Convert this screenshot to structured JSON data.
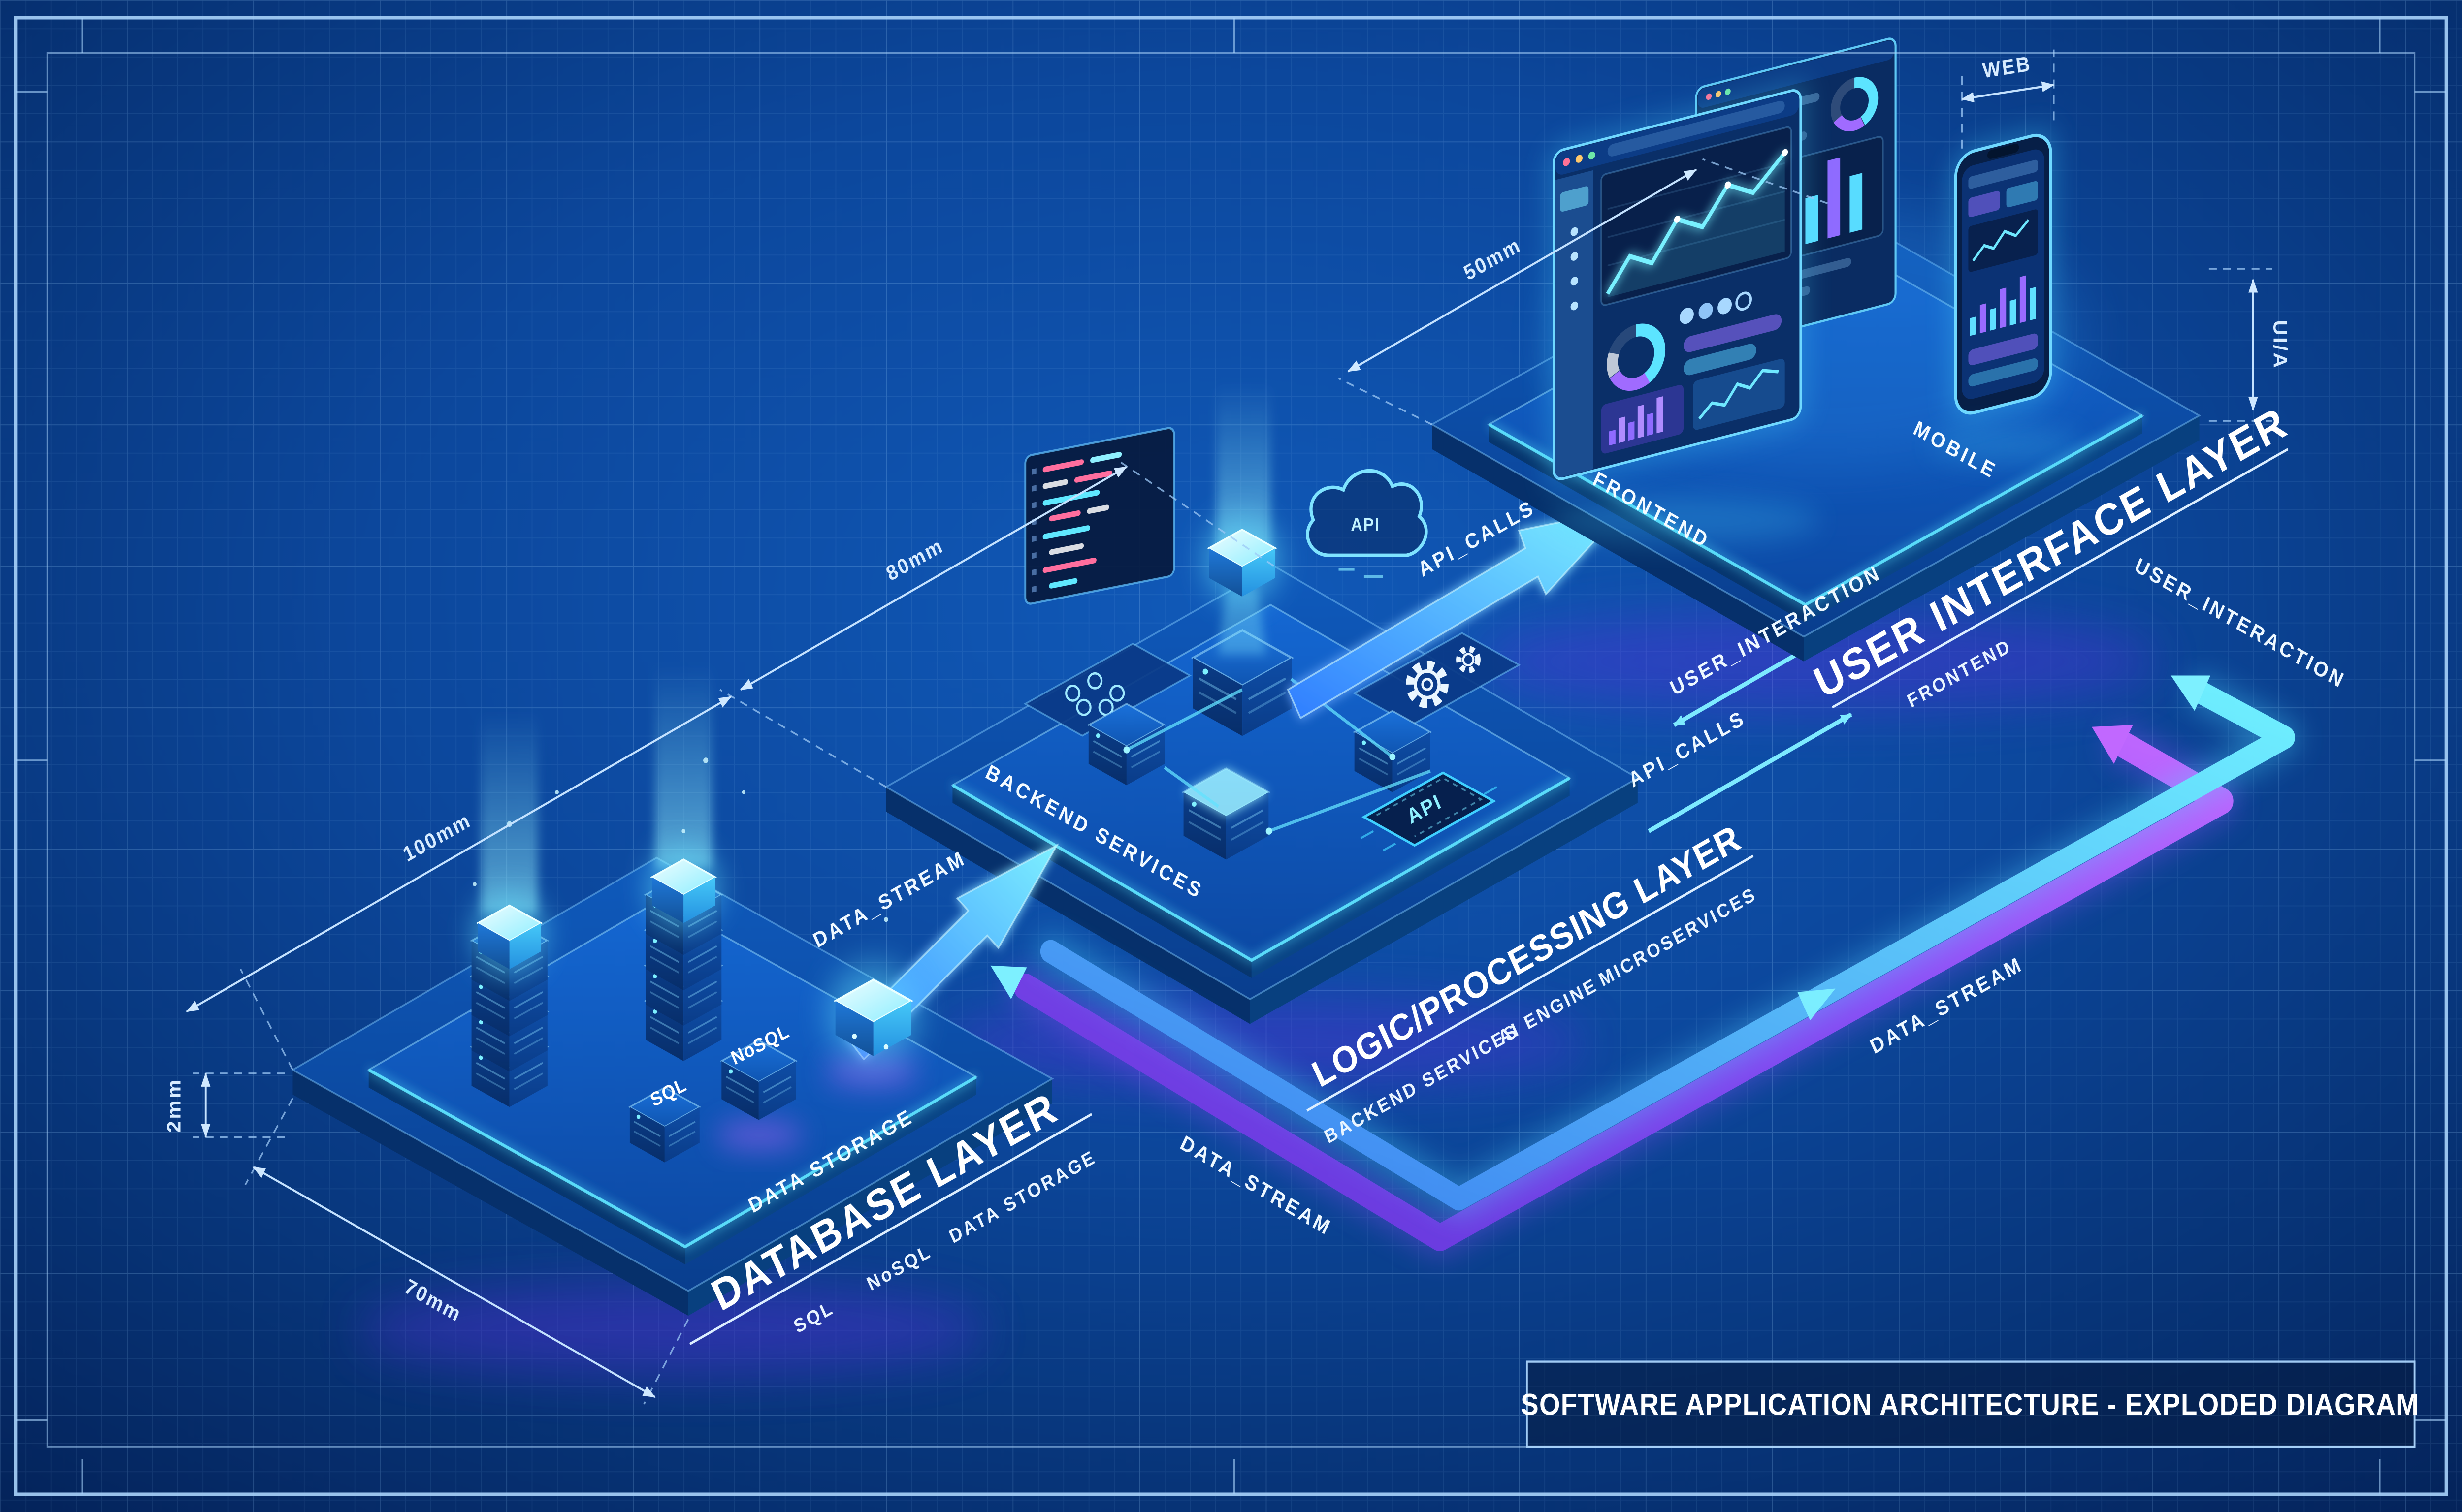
{
  "title_block": {
    "title": "SOFTWARE APPLICATION ARCHITECTURE - EXPLODED DIAGRAM"
  },
  "layers": {
    "database": {
      "label": "DATABASE LAYER",
      "platform_text": "DATA STORAGE",
      "box_labels": {
        "sql": "SQL",
        "nosql": "NoSQL"
      },
      "sublabels": [
        "SQL",
        "NoSQL",
        "DATA STORAGE"
      ]
    },
    "logic": {
      "label": "LOGIC/PROCESSING LAYER",
      "platform_text": "BACKEND SERVICES",
      "api_chip": "API",
      "sublabels": [
        "BACKEND SERVICES",
        "AI ENGINE",
        "MICROSERVICES"
      ]
    },
    "ui": {
      "label": "USER INTERFACE LAYER",
      "platform_texts": [
        "FRONTEND",
        "MOBILE"
      ],
      "sublabels": [
        "FRONTEND"
      ]
    }
  },
  "flows": {
    "data_stream": "DATA_STREAM",
    "api_calls": "API_CALLS",
    "user_interaction": "USER_INTERACTION",
    "api_cloud_label": "API"
  },
  "dimensions": {
    "d100": "100mm",
    "d80": "80mm",
    "d70": "70mm",
    "d50": "50mm",
    "d2": "2mm",
    "web": "WEB",
    "uia": "UI/A"
  },
  "colors": {
    "background": "#0a419a",
    "grid": "#8cc3ff",
    "frame": "#a9d3fb",
    "accent_cyan": "#5ce4ff",
    "accent_purple": "#9a5cff",
    "text": "#ffffff"
  }
}
